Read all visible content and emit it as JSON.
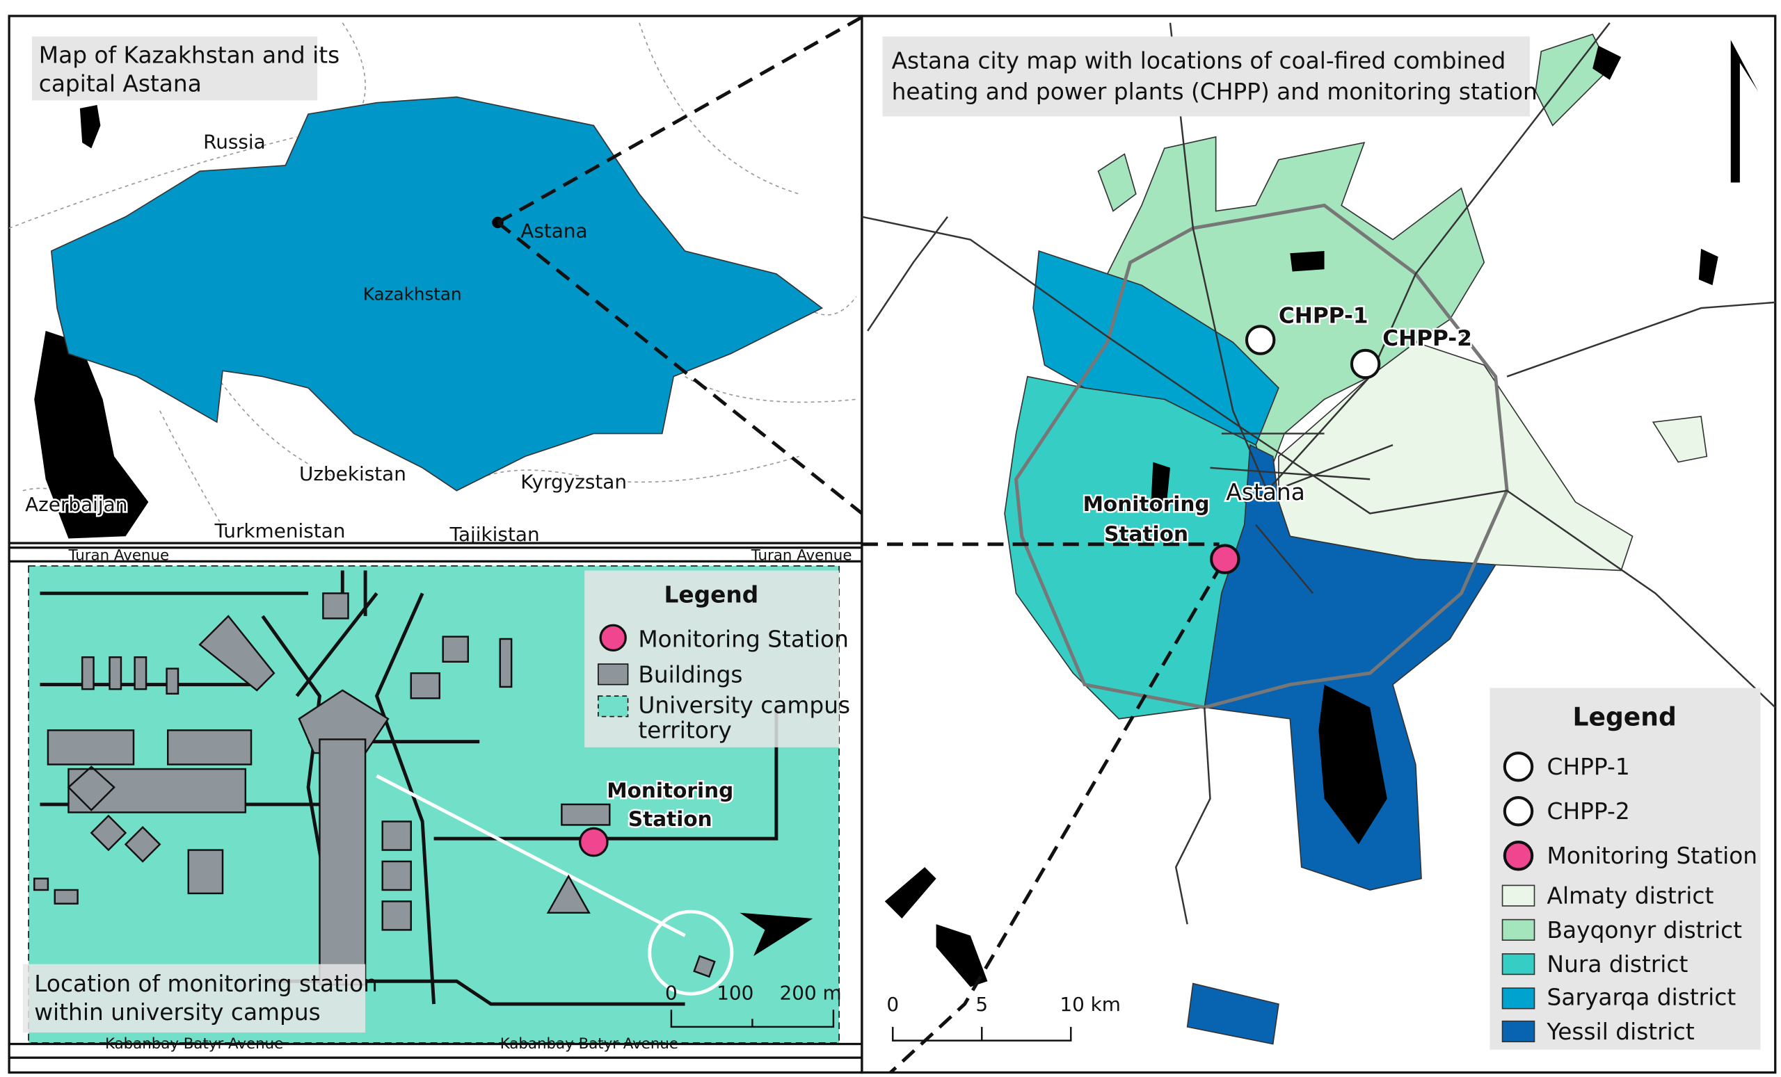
{
  "panel_kazakhstan": {
    "caption_line1": "Map of Kazakhstan and its",
    "caption_line2": "capital Astana",
    "labels": {
      "russia": "Russia",
      "astana": "Astana",
      "kazakhstan": "Kazakhstan",
      "uzbekistan": "Uzbekistan",
      "kyrgyzstan": "Kyrgyzstan",
      "azerbaijan": "Azerbaijan",
      "turkmenistan": "Turkmenistan",
      "tajikistan": "Tajikistan"
    }
  },
  "panel_campus": {
    "road_top": "Turan Avenue",
    "road_bottom": "Kabanbay Batyr Avenue",
    "station_line1": "Monitoring",
    "station_line2": "Station",
    "legend": {
      "title": "Legend",
      "items": [
        "Monitoring Station",
        "Buildings",
        "University campus",
        "territory"
      ]
    },
    "caption_line1": "Location of monitoring station",
    "caption_line2": "within university campus",
    "scale": [
      "0",
      "100",
      "200 m"
    ]
  },
  "panel_city": {
    "caption_line1": "Astana city map with locations of coal-fired combined",
    "caption_line2": "heating and power plants (CHPP) and monitoring station",
    "chpp1": "CHPP-1",
    "chpp2": "CHPP-2",
    "astana": "Astana",
    "station_line1": "Monitoring",
    "station_line2": "Station",
    "legend": {
      "title": "Legend",
      "items": [
        "CHPP-1",
        "CHPP-2",
        "Monitoring Station",
        "Almaty district",
        "Bayqonyr district",
        "Nura district",
        "Saryarqa district",
        "Yessil district"
      ]
    },
    "scale": [
      "0",
      "5",
      "10 km"
    ]
  },
  "colors": {
    "kazakhstan": "#0096c8",
    "campus": "#72e0c8",
    "building": "#8e969c",
    "station": "#f0468f",
    "almaty": "#eaf7e8",
    "bayqonyr": "#a5e5be",
    "nura": "#36cdc4",
    "saryarqa": "#00a2ce",
    "yessil": "#0863b0"
  }
}
